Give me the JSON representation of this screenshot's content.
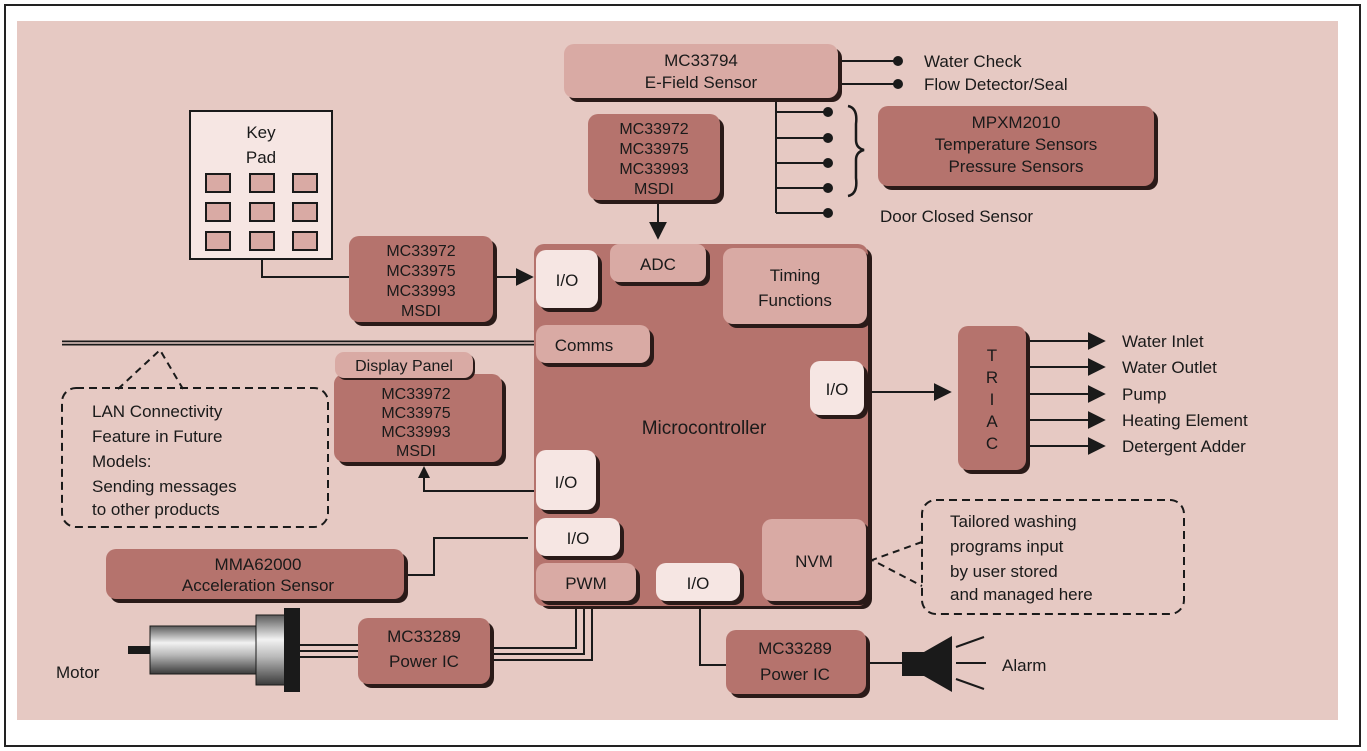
{
  "colors": {
    "background": "#e6c9c3",
    "block_dark": "#b5736d",
    "block_mid": "#d9aaa4",
    "block_light": "#f6e6e3",
    "shadow": "#2a1a18",
    "line": "#1a1a1a"
  },
  "efield": {
    "line1": "MC33794",
    "line2": "E-Field Sensor"
  },
  "efield_outputs": {
    "water_check": "Water Check",
    "flow_detector": "Flow Detector/Seal"
  },
  "mpxm": {
    "line1": "MPXM2010",
    "line2": "Temperature Sensors",
    "line3": "Pressure Sensors"
  },
  "door_sensor": "Door Closed Sensor",
  "msdi_top": {
    "l1": "MC33972",
    "l2": "MC33975",
    "l3": "MC33993",
    "l4": "MSDI"
  },
  "msdi_left": {
    "l1": "MC33972",
    "l2": "MC33975",
    "l3": "MC33993",
    "l4": "MSDI"
  },
  "msdi_display": {
    "l1": "MC33972",
    "l2": "MC33975",
    "l3": "MC33993",
    "l4": "MSDI"
  },
  "keypad": {
    "line1": "Key",
    "line2": "Pad"
  },
  "display_panel": "Display Panel",
  "mcu": {
    "title": "Microcontroller",
    "adc": "ADC",
    "timing_l1": "Timing",
    "timing_l2": "Functions",
    "comms": "Comms",
    "io": "I/O",
    "pwm": "PWM",
    "nvm": "NVM"
  },
  "triac": [
    "T",
    "R",
    "I",
    "A",
    "C"
  ],
  "triac_outputs": [
    "Water Inlet",
    "Water Outlet",
    "Pump",
    "Heating Element",
    "Detergent Adder"
  ],
  "lan_note": [
    "LAN Connectivity",
    "Feature in Future",
    "Models:",
    "Sending messages",
    "to other products"
  ],
  "nvm_note": [
    "Tailored washing",
    "programs input",
    "by user stored",
    "and managed here"
  ],
  "accel": {
    "line1": "MMA62000",
    "line2": "Acceleration Sensor"
  },
  "power_motor": {
    "line1": "MC33289",
    "line2": "Power IC"
  },
  "power_alarm": {
    "line1": "MC33289",
    "line2": "Power IC"
  },
  "motor_label": "Motor",
  "alarm_label": "Alarm"
}
